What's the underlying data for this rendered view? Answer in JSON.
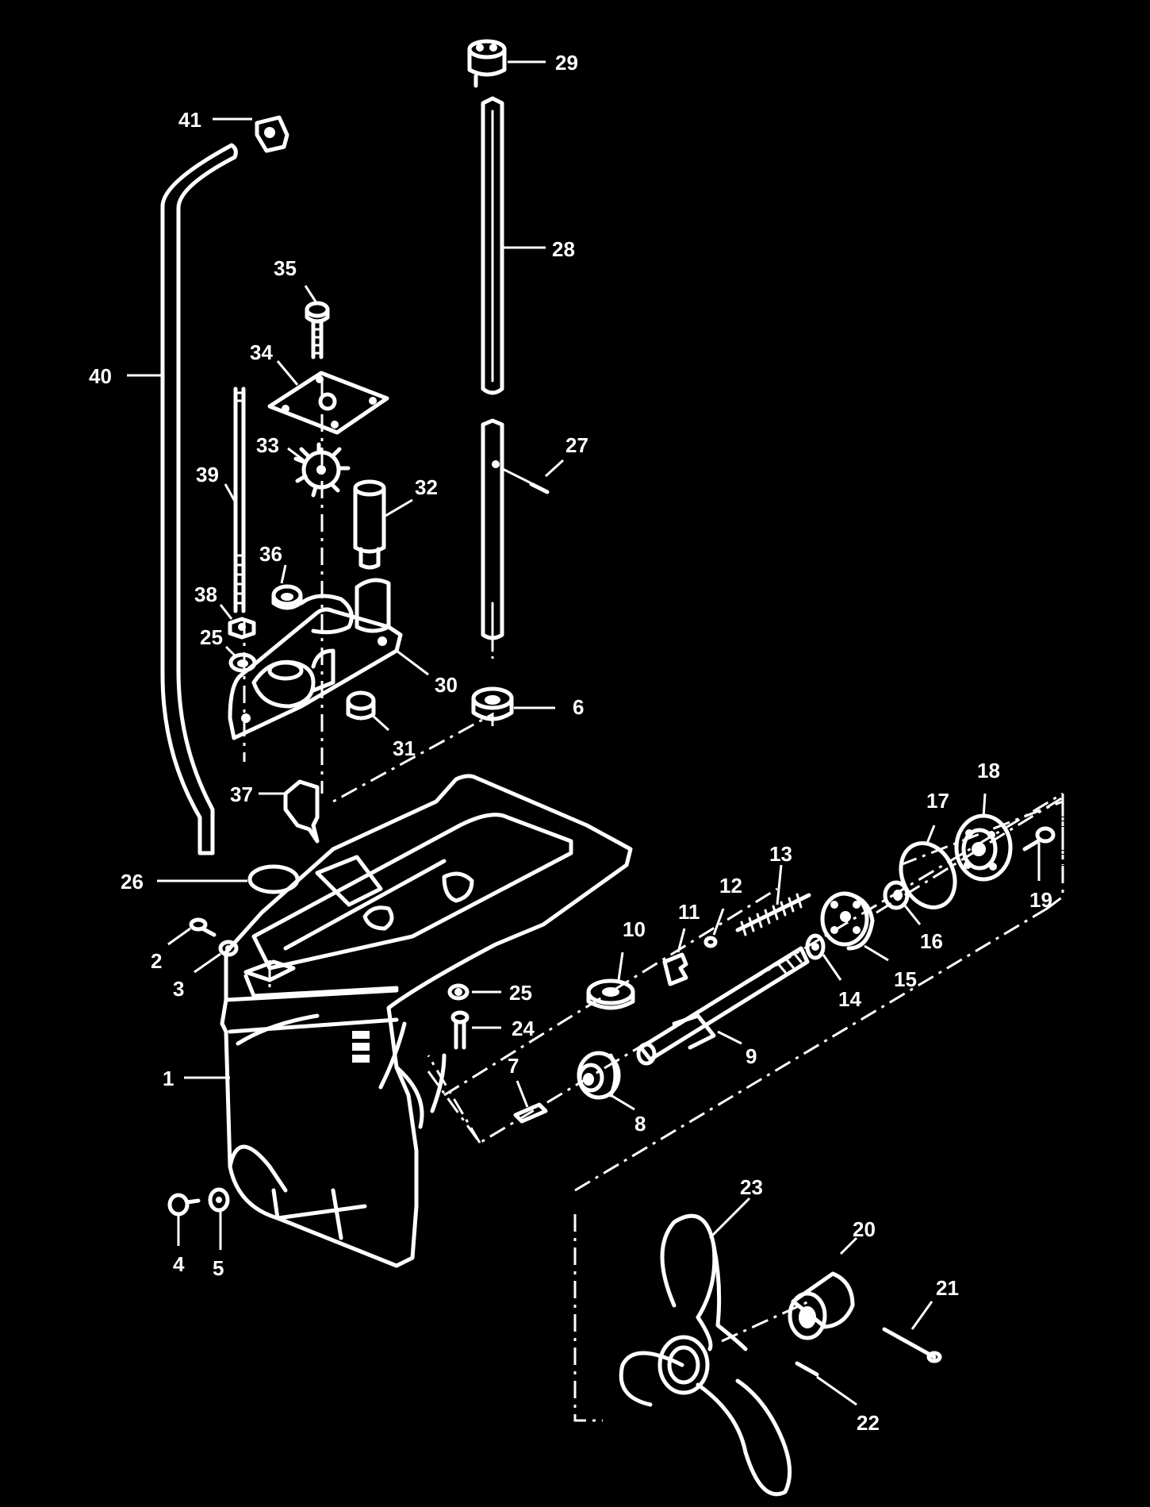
{
  "diagram": {
    "callouts": [
      {
        "id": "1",
        "label": "1"
      },
      {
        "id": "2",
        "label": "2"
      },
      {
        "id": "3",
        "label": "3"
      },
      {
        "id": "4",
        "label": "4"
      },
      {
        "id": "5",
        "label": "5"
      },
      {
        "id": "6",
        "label": "6"
      },
      {
        "id": "7",
        "label": "7"
      },
      {
        "id": "8",
        "label": "8"
      },
      {
        "id": "9",
        "label": "9"
      },
      {
        "id": "10",
        "label": "10"
      },
      {
        "id": "11",
        "label": "11"
      },
      {
        "id": "12",
        "label": "12"
      },
      {
        "id": "13",
        "label": "13"
      },
      {
        "id": "14",
        "label": "14"
      },
      {
        "id": "15",
        "label": "15"
      },
      {
        "id": "16",
        "label": "16"
      },
      {
        "id": "17",
        "label": "17"
      },
      {
        "id": "18",
        "label": "18"
      },
      {
        "id": "19",
        "label": "19"
      },
      {
        "id": "20",
        "label": "20"
      },
      {
        "id": "21",
        "label": "21"
      },
      {
        "id": "22",
        "label": "22"
      },
      {
        "id": "23",
        "label": "23"
      },
      {
        "id": "24",
        "label": "24"
      },
      {
        "id": "25a",
        "label": "25"
      },
      {
        "id": "25b",
        "label": "25"
      },
      {
        "id": "26",
        "label": "26"
      },
      {
        "id": "27",
        "label": "27"
      },
      {
        "id": "28",
        "label": "28"
      },
      {
        "id": "29",
        "label": "29"
      },
      {
        "id": "30",
        "label": "30"
      },
      {
        "id": "31",
        "label": "31"
      },
      {
        "id": "32",
        "label": "32"
      },
      {
        "id": "33",
        "label": "33"
      },
      {
        "id": "34",
        "label": "34"
      },
      {
        "id": "35",
        "label": "35"
      },
      {
        "id": "36",
        "label": "36"
      },
      {
        "id": "37",
        "label": "37"
      },
      {
        "id": "38",
        "label": "38"
      },
      {
        "id": "39",
        "label": "39"
      },
      {
        "id": "40",
        "label": "40"
      },
      {
        "id": "41",
        "label": "41"
      }
    ]
  }
}
